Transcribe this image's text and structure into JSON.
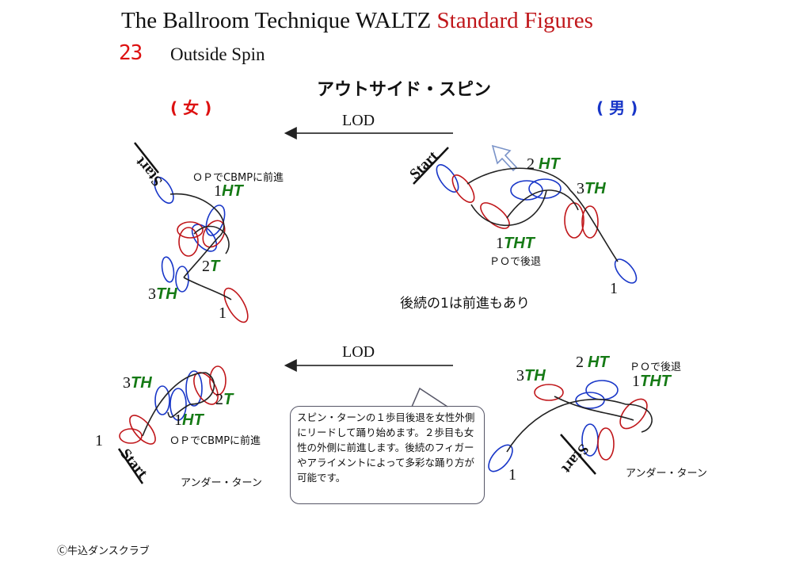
{
  "title": {
    "prefix": "The Ballroom Technique  WALTZ ",
    "highlight": "Standard Figures"
  },
  "figure": {
    "number": "23",
    "name": "Outside Spin",
    "name_jp": "アウトサイド・スピン"
  },
  "sides": {
    "female": "( 女 )",
    "male": "( 男 )"
  },
  "lod": {
    "top": "LOD",
    "bottom": "LOD"
  },
  "top_left": {
    "start": "Start",
    "note": "ＯＰでCBMPに前進",
    "steps": [
      {
        "n": "1",
        "f": "HT"
      },
      {
        "n": "2",
        "f": "T"
      },
      {
        "n": "3",
        "f": "TH"
      },
      {
        "n": "1",
        "f": ""
      }
    ]
  },
  "top_right": {
    "start": "Start",
    "note": "ＰＯで後退",
    "steps": [
      {
        "n": "2 ",
        "f": "HT"
      },
      {
        "n": "3",
        "f": "TH"
      },
      {
        "n": "1",
        "f": "THT"
      },
      {
        "n": "1",
        "f": ""
      }
    ],
    "alt_note": "後続の1は前進もあり"
  },
  "bottom_left": {
    "start": "Start",
    "note": "ＯＰでCBMPに前進",
    "under": "アンダー・ターン",
    "steps": [
      {
        "n": "3",
        "f": "TH"
      },
      {
        "n": "2",
        "f": "T"
      },
      {
        "n": "1",
        "f": "HT"
      },
      {
        "n": "1",
        "f": ""
      }
    ]
  },
  "bottom_right": {
    "start": "Start",
    "note": "ＰＯで後退",
    "under": "アンダー・ターン",
    "steps": [
      {
        "n": "3",
        "f": "TH"
      },
      {
        "n": "2 ",
        "f": "HT"
      },
      {
        "n": "1",
        "f": "THT"
      },
      {
        "n": "1",
        "f": ""
      }
    ]
  },
  "bubble": "スピン・ターンの１歩目後退を女性外側にリードして踊り始めます。２歩目も女性の外側に前進します。後続のフィガーやアライメントによって多彩な踊り方が可能です。",
  "copyright": "Ⓒ牛込ダンスクラブ",
  "colors": {
    "red": "#c0161a",
    "blue": "#1836c8",
    "green": "#157a15"
  }
}
